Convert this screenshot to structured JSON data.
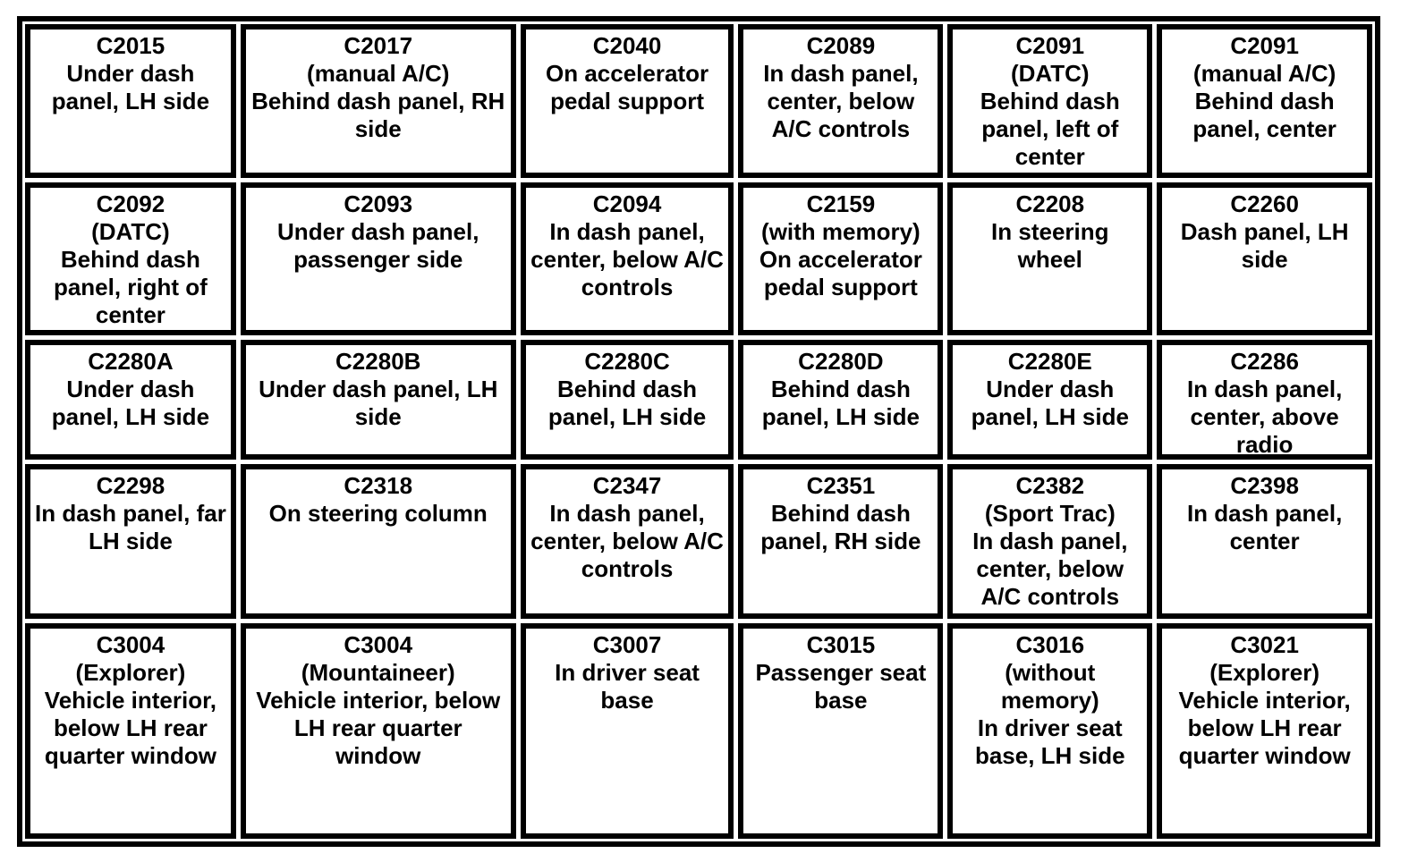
{
  "table": {
    "rows": [
      {
        "cells": [
          {
            "code": "C2015",
            "qualifier": "",
            "location": "Under dash panel, LH side"
          },
          {
            "code": "C2017",
            "qualifier": "(manual A/C)",
            "location": "Behind dash panel, RH side"
          },
          {
            "code": "C2040",
            "qualifier": "",
            "location": "On accelerator pedal support"
          },
          {
            "code": "C2089",
            "qualifier": "",
            "location": "In dash panel, center, below A/C controls"
          },
          {
            "code": "C2091",
            "qualifier": "(DATC)",
            "location": "Behind dash panel, left of center"
          },
          {
            "code": "C2091",
            "qualifier": "(manual A/C)",
            "location": "Behind dash panel, center"
          }
        ]
      },
      {
        "cells": [
          {
            "code": "C2092",
            "qualifier": "(DATC)",
            "location": "Behind dash panel, right of center"
          },
          {
            "code": "C2093",
            "qualifier": "",
            "location": "Under dash panel, passenger side"
          },
          {
            "code": "C2094",
            "qualifier": "",
            "location": "In dash panel, center, below A/C controls"
          },
          {
            "code": "C2159",
            "qualifier": "(with memory)",
            "location": "On accelerator pedal support"
          },
          {
            "code": "C2208",
            "qualifier": "",
            "location": "In steering wheel"
          },
          {
            "code": "C2260",
            "qualifier": "",
            "location": "Dash panel, LH side"
          }
        ]
      },
      {
        "cells": [
          {
            "code": "C2280A",
            "qualifier": "",
            "location": "Under dash panel, LH side"
          },
          {
            "code": "C2280B",
            "qualifier": "",
            "location": "Under dash panel, LH side"
          },
          {
            "code": "C2280C",
            "qualifier": "",
            "location": "Behind dash panel, LH side"
          },
          {
            "code": "C2280D",
            "qualifier": "",
            "location": "Behind dash panel, LH side"
          },
          {
            "code": "C2280E",
            "qualifier": "",
            "location": "Under dash panel, LH side"
          },
          {
            "code": "C2286",
            "qualifier": "",
            "location": "In dash panel, center, above radio"
          }
        ]
      },
      {
        "cells": [
          {
            "code": "C2298",
            "qualifier": "",
            "location": "In dash panel, far LH side"
          },
          {
            "code": "C2318",
            "qualifier": "",
            "location": "On steering column"
          },
          {
            "code": "C2347",
            "qualifier": "",
            "location": "In dash panel, center, below A/C controls"
          },
          {
            "code": "C2351",
            "qualifier": "",
            "location": "Behind dash panel, RH side"
          },
          {
            "code": "C2382",
            "qualifier": "(Sport Trac)",
            "location": "In dash panel, center, below A/C controls"
          },
          {
            "code": "C2398",
            "qualifier": "",
            "location": "In dash panel, center"
          }
        ]
      },
      {
        "cells": [
          {
            "code": "C3004",
            "qualifier": "(Explorer)",
            "location": "Vehicle interior, below LH rear quarter window"
          },
          {
            "code": "C3004",
            "qualifier": "(Mountaineer)",
            "location": "Vehicle interior, below LH rear quarter window"
          },
          {
            "code": "C3007",
            "qualifier": "",
            "location": "In driver seat base"
          },
          {
            "code": "C3015",
            "qualifier": "",
            "location": "Passenger seat base"
          },
          {
            "code": "C3016",
            "qualifier": "(without memory)",
            "location": "In driver seat base, LH side"
          },
          {
            "code": "C3021",
            "qualifier": "(Explorer)",
            "location": "Vehicle interior, below LH rear quarter window"
          }
        ]
      }
    ]
  }
}
